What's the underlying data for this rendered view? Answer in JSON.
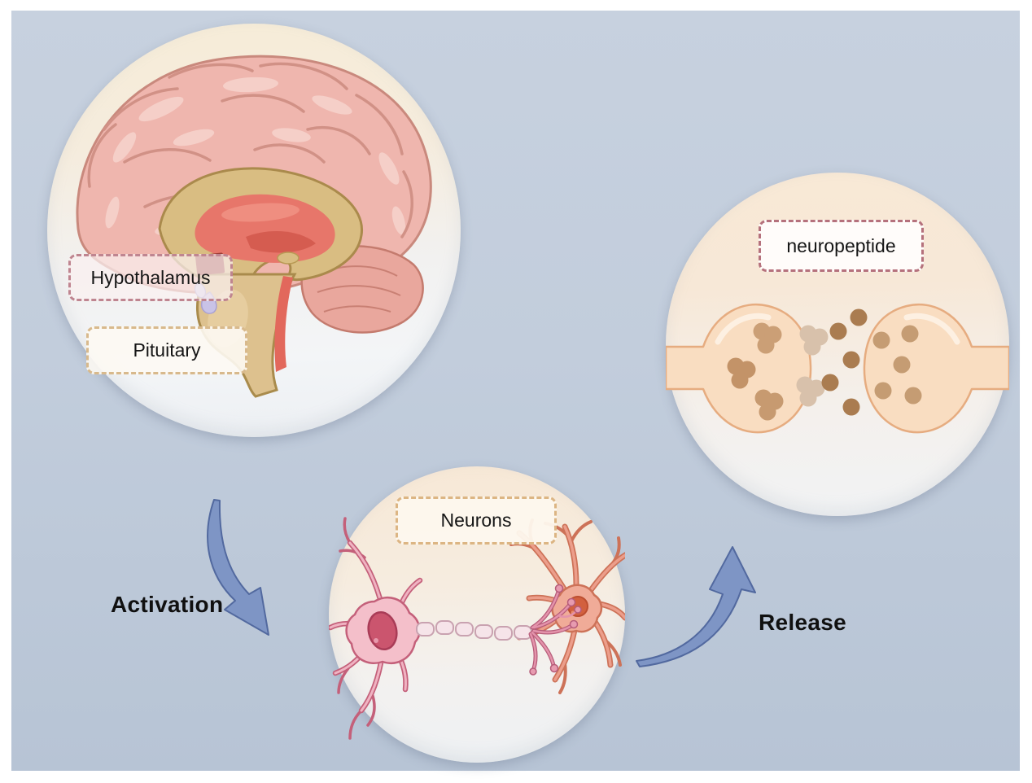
{
  "figure": {
    "background_color": "#c2cddc",
    "frame_color": "#ffffff"
  },
  "brain_panel": {
    "hypothalamus_label": "Hypothalamus",
    "pituitary_label": "Pituitary"
  },
  "neuron_panel": {
    "neurons_label": "Neurons"
  },
  "synapse_panel": {
    "neuropeptide_label": "neuropeptide"
  },
  "flow": {
    "activation_label": "Activation",
    "release_label": "Release"
  },
  "palette": {
    "arrow_fill": "#7e95c5",
    "arrow_outline": "#52699f",
    "cortex_pink": "#efb6ae",
    "cortex_outline": "#c9897d",
    "corpus_callosum_tan": "#d9bd82",
    "thalamus_red": "#e7766a",
    "brainstem_tan": "#ddc18e",
    "pituitary_lavender": "#c9c3e7",
    "cerebellum_pink": "#e9a79d",
    "neuron_left_pink": "#f4bfca",
    "neuron_left_nucleus": "#cb556e",
    "neuron_right_salmon": "#f0ab98",
    "neuron_right_nucleus": "#d2603f",
    "myelin_light_pink": "#f6e4e9",
    "synapse_terminal_peach": "#f9ddc1",
    "synapse_terminal_outline": "#e6ac80",
    "vesicle_brown": "#c89c72",
    "vesicle_light": "#d8c1ab",
    "neurotransmitter_dark_brown": "#aa7c50"
  }
}
